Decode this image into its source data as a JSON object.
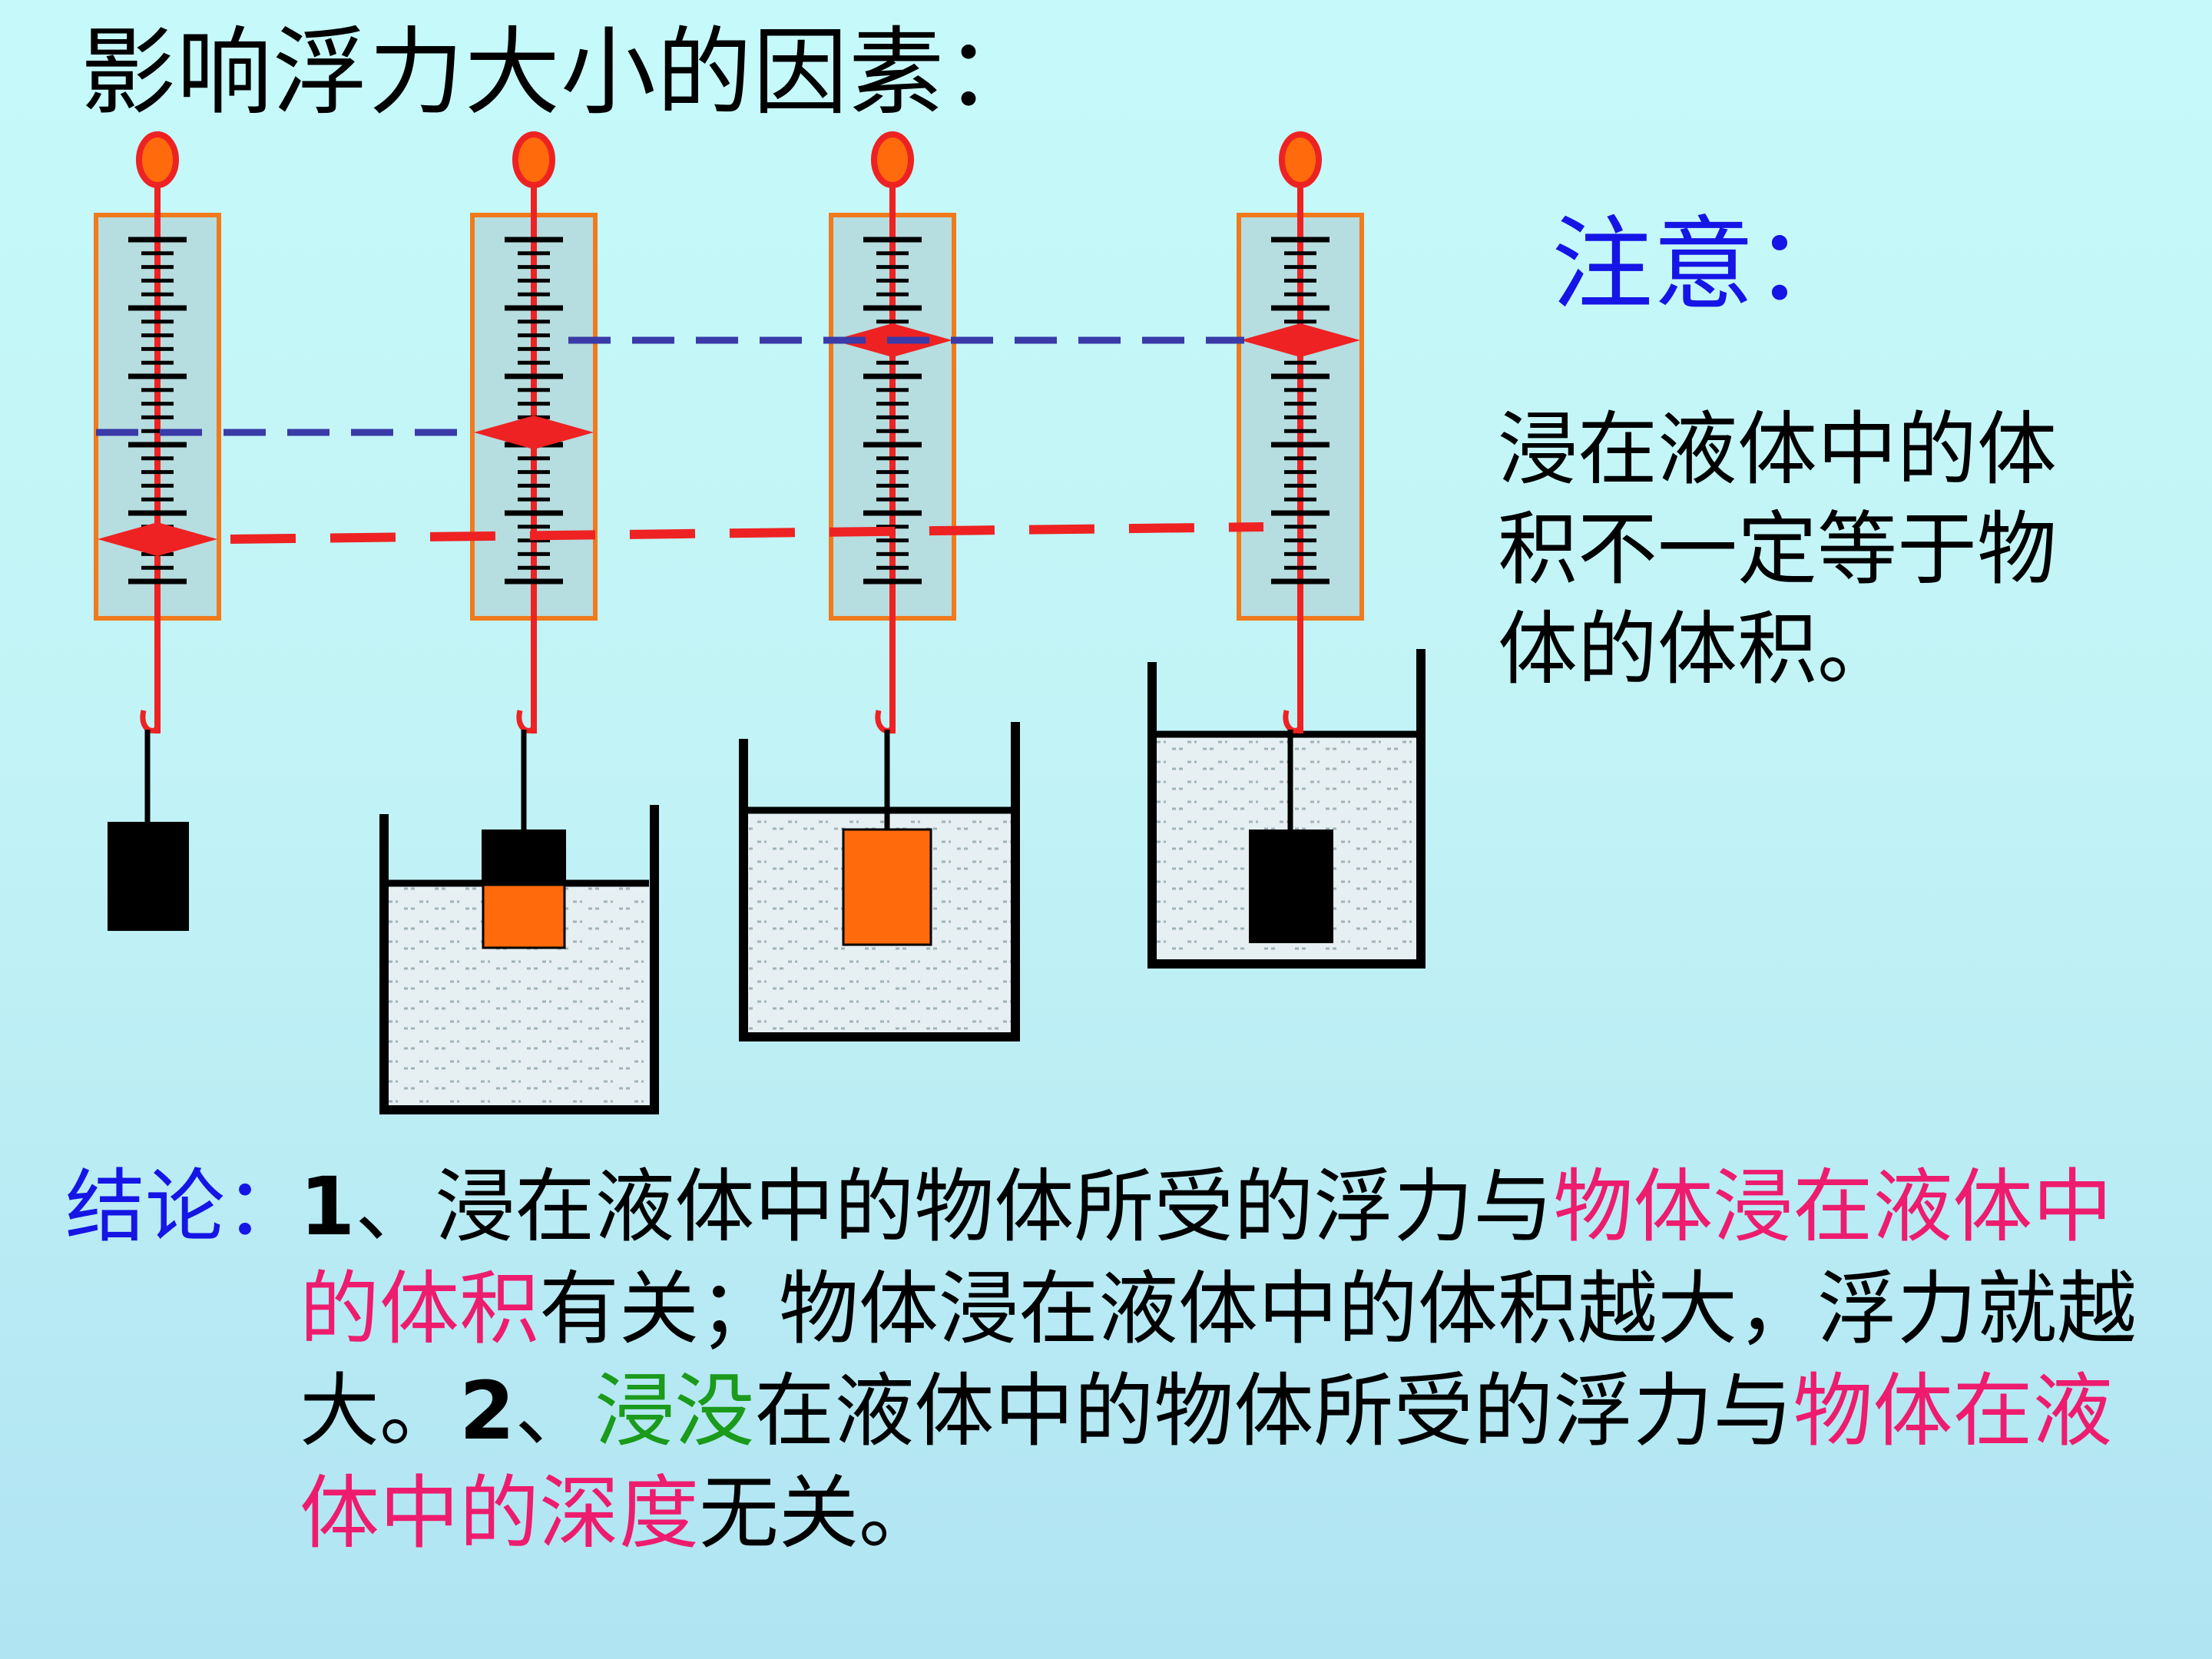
{
  "title": "影响浮力大小的因素：",
  "note": {
    "heading": "注意：",
    "body": "浸在液体中的体积不一定等于物体的体积。"
  },
  "conclusion": {
    "label": "结论：",
    "p1_num": "1",
    "p1_a": "、浸在液体中的物体所受的浮力与",
    "p1_b": "物体浸在液体中的体积",
    "p1_c": "有关；物体浸在液体中的体积越大，浮力就越大。",
    "p2_num": "2",
    "p2_a": "、",
    "p2_b": "浸没",
    "p2_c": "在液体中的物体所受的浮力与",
    "p2_d": "物体在液体中的深度",
    "p2_e": "无关。"
  },
  "colors": {
    "spring": "#ee2222",
    "frame": "#f07a1c",
    "scale_bg": "#b6dde0",
    "object_dark": "#000000",
    "object_submerged": "#ff6a0d",
    "water": "#e4eef0",
    "blue_dash": "#3a3aa8",
    "red_dash": "#ee2222",
    "heading_blue": "#1515e6",
    "highlight_pink": "#ee1c6e",
    "highlight_green": "#1b9a1b"
  },
  "icons": [
    "spring-scale-icon",
    "beaker-icon",
    "weight-block-icon",
    "pointer-icon"
  ]
}
